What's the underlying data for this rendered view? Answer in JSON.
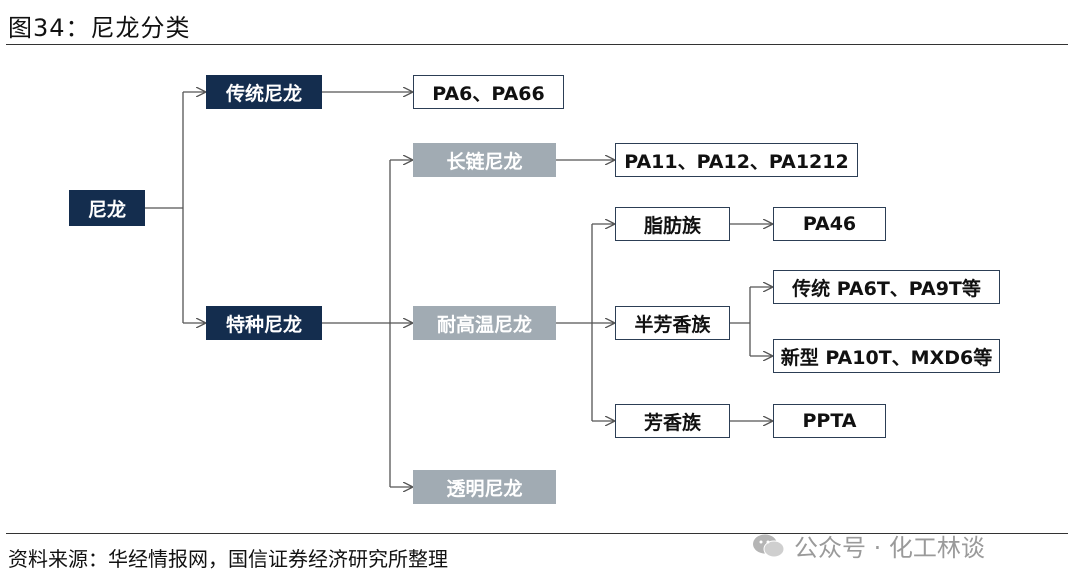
{
  "header": {
    "title": "图34：尼龙分类"
  },
  "nodes": {
    "root": "尼龙",
    "traditional": "传统尼龙",
    "special": "特种尼龙",
    "long_chain": "长链尼龙",
    "high_temp": "耐高温尼龙",
    "transparent": "透明尼龙",
    "pa6_66": "PA6、PA66",
    "pa11_12": "PA11、PA12、PA1212",
    "aliphatic": "脂肪族",
    "semi_aromatic": "半芳香族",
    "aromatic": "芳香族",
    "pa46": "PA46",
    "traditional_pa6t": "传统 PA6T、PA9T等",
    "new_pa10t": "新型 PA10T、MXD6等",
    "ppta": "PPTA"
  },
  "footer": {
    "source": "资料来源：华经情报网，国信证券经济研究所整理",
    "watermark": "公众号 · 化工林谈"
  },
  "colors": {
    "dark_box": "#142d4e",
    "gray_box": "#a1abb3",
    "line": "#555555"
  }
}
